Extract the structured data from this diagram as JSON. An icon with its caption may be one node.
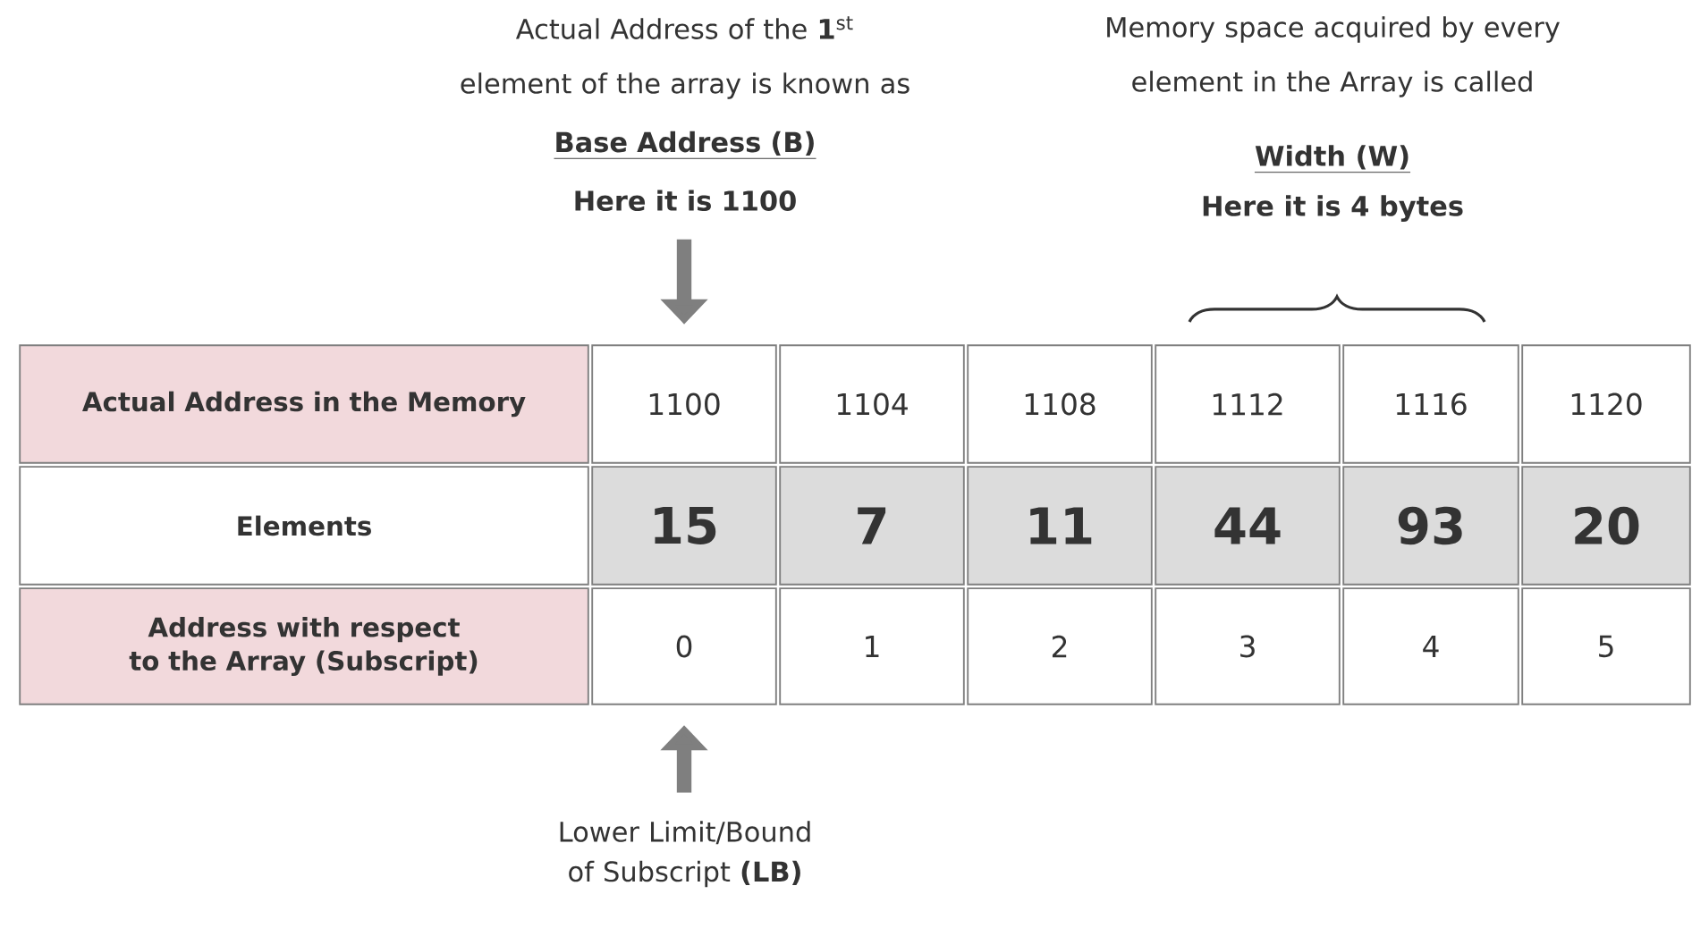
{
  "diagram": {
    "nodes": [
      {
        "text": [
          "Actual Address of the **1**$^{st}$ element of the array is known as",
          "Base Address (B)",
          "Here it is 1100"
        ]
      },
      {
        "text": [
          "Actual Address in the Memory"
        ]
      },
      {
        "text": [
          "1100"
        ]
      },
      {
        "text": [
          "1104"
        ]
      },
      {
        "text": [
          "1108"
        ]
      },
      {
        "text": [
          "1112"
        ]
      },
      {
        "text": [
          "1116"
        ]
      },
      {
        "text": [
          "1120"
        ]
      },
      {
        "text": [
          "Elements"
        ]
      },
      {
        "text": [
          "15"
        ]
      },
      {
        "text": [
          "7"
        ]
      },
      {
        "text": [
          "11"
        ]
      },
      {
        "text": [
          "44"
        ]
      },
      {
        "text": [
          "93"
        ]
      },
      {
        "text": [
          "20"
        ]
      },
      {
        "text": [
          "Address with respect to the Array (Subscript)"
        ]
      },
      {
        "text": [
          "0"
        ]
      },
      {
        "text": [
          "1"
        ]
      },
      {
        "text": [
          "2"
        ]
      },
      {
        "text": [
          "3"
        ]
      },
      {
        "text": [
          "4"
        ]
      },
      {
        "text": [
          "5"
        ]
      },
      {
        "text": [
          "Lower Limit/Bound of Subscript **(LB)**"
        ]
      }
    ],
    "edges": [
      {
        "from": 0,
        "to": 2,
        "arrow": "to"
      },
      {
        "from": 22,
        "to": 16,
        "arrow": "to"
      }
    ],
    "labels": [
      "Memory space acquired by every element in the Array is called",
      "Width (W)",
      "Here it is 4 bytes"
    ]
  }
}
